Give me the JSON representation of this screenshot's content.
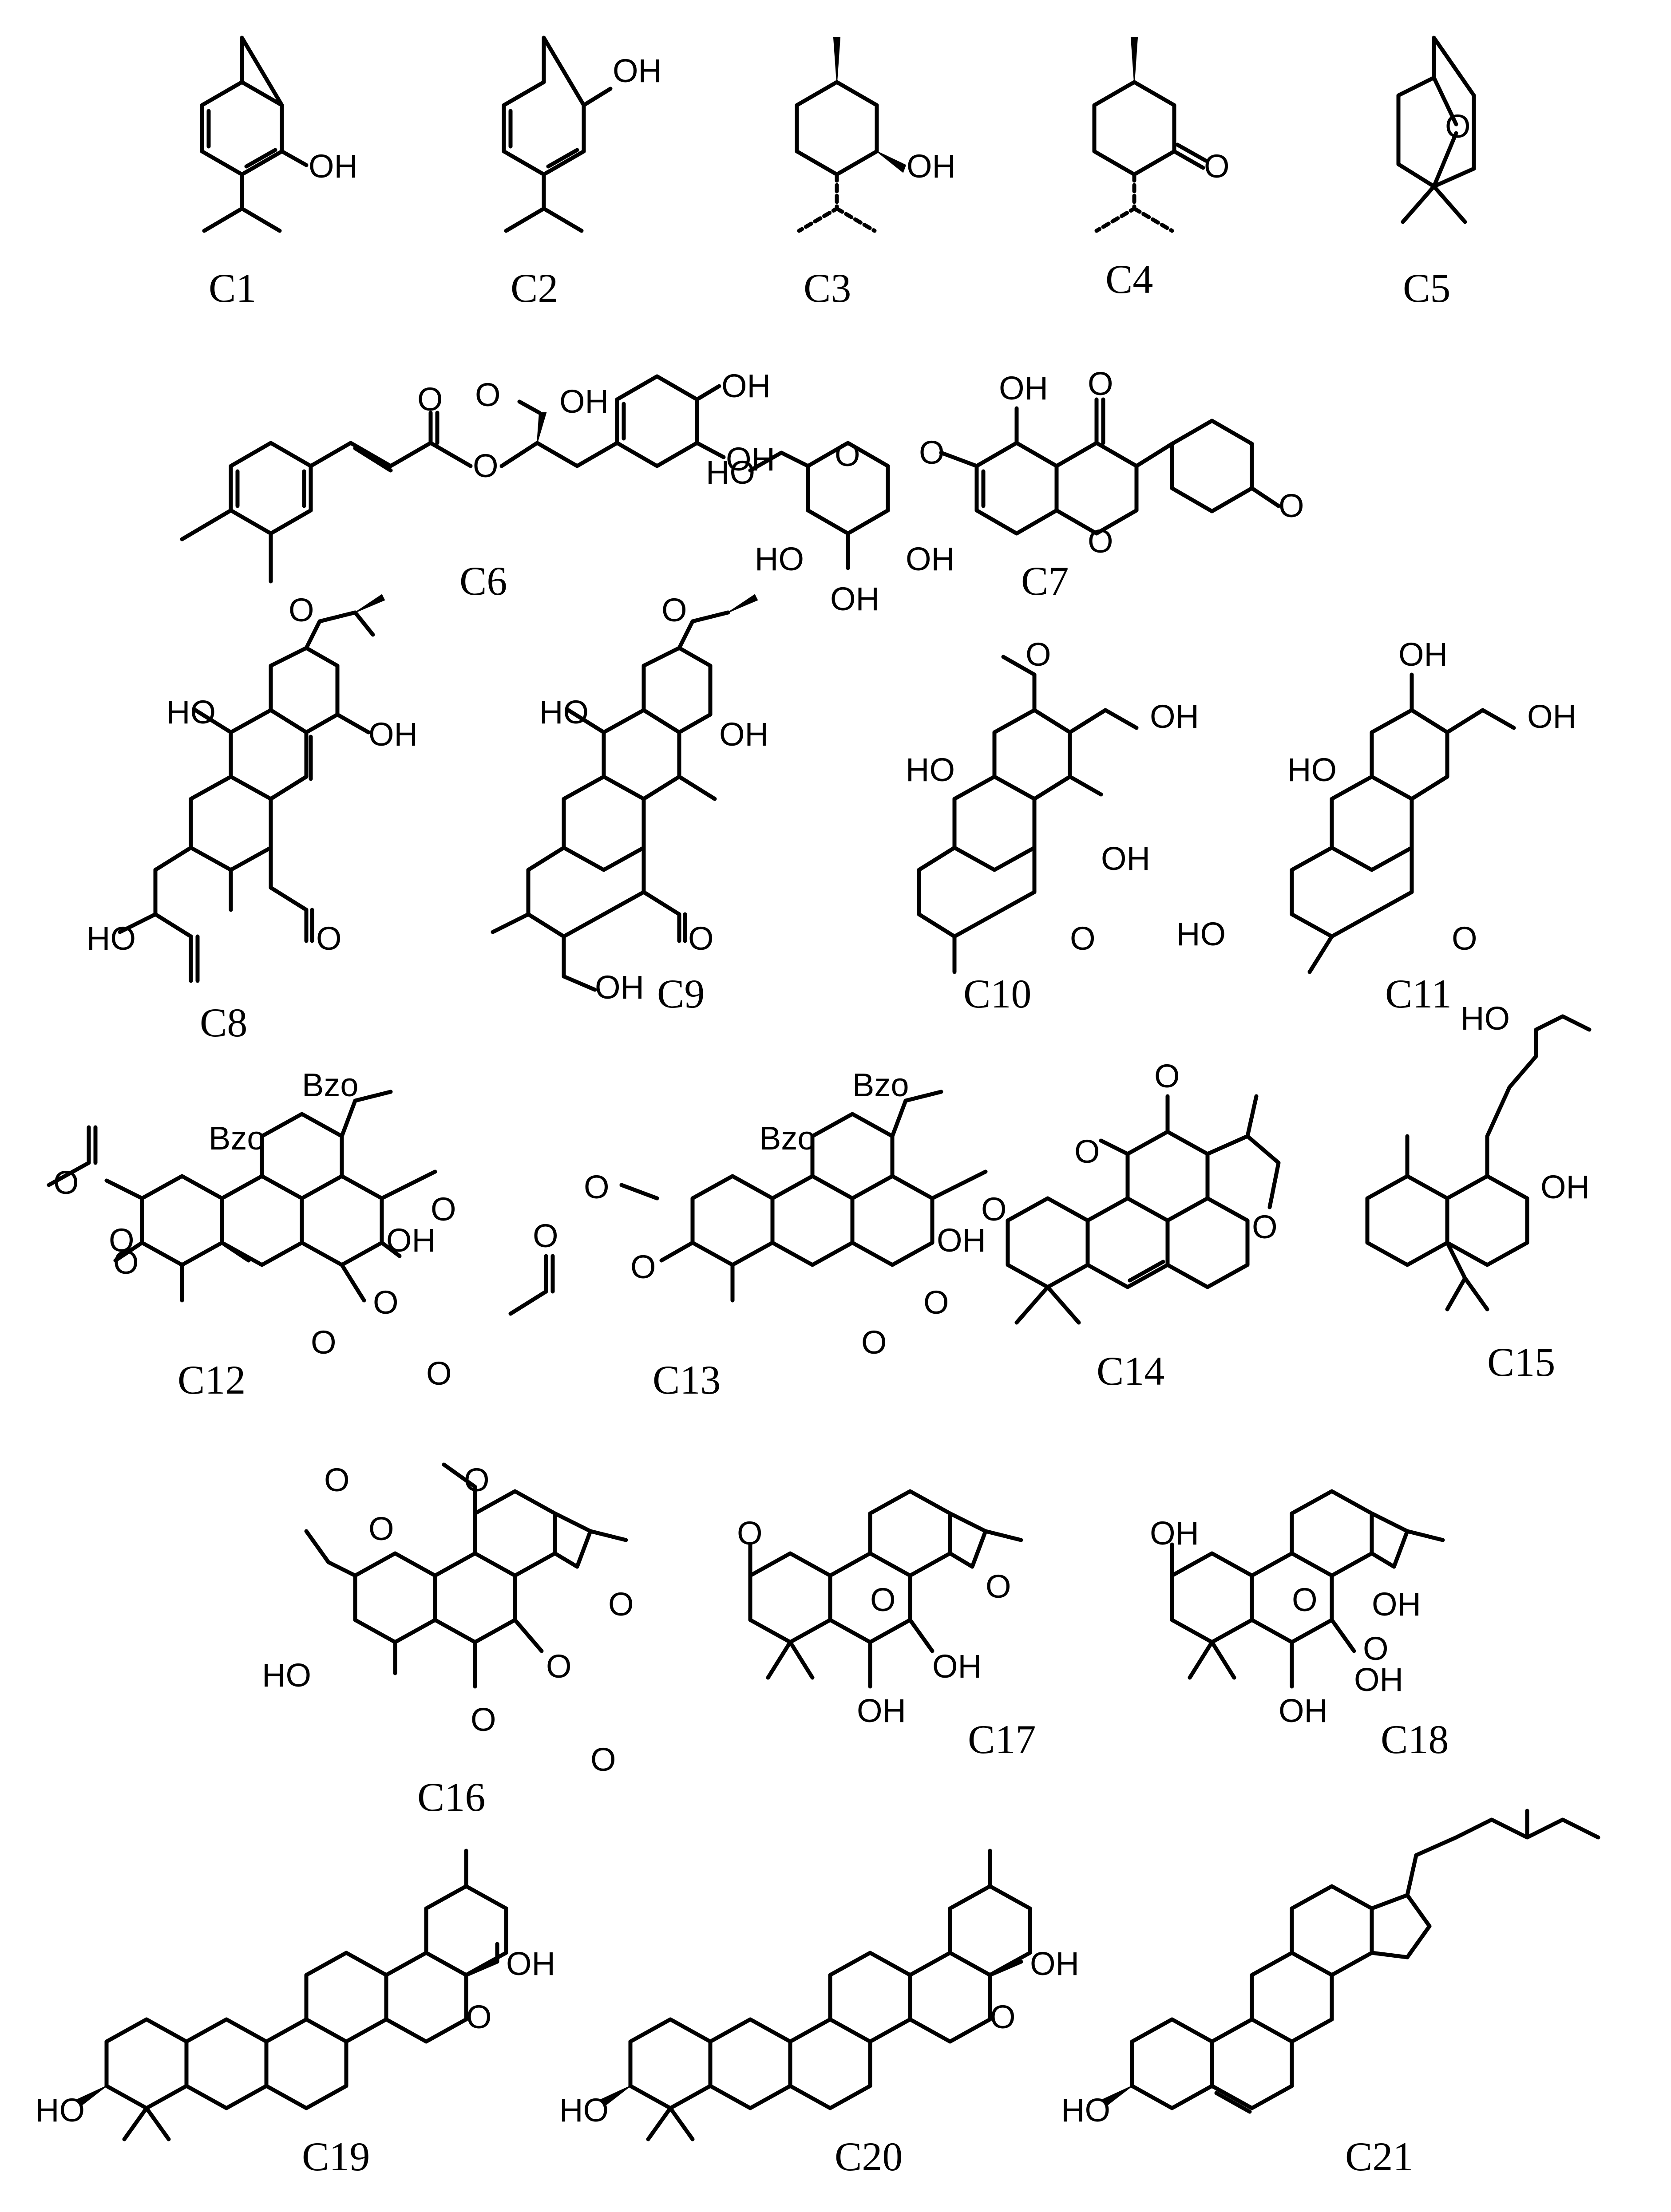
{
  "compounds": [
    {
      "id": "C1",
      "labels": [
        "OH"
      ]
    },
    {
      "id": "C2",
      "labels": [
        "OH"
      ]
    },
    {
      "id": "C3",
      "labels": [
        "OH"
      ]
    },
    {
      "id": "C4",
      "labels": [
        "O"
      ]
    },
    {
      "id": "C5",
      "labels": [
        "O"
      ]
    },
    {
      "id": "C6",
      "labels": [
        "O",
        "OH",
        "O",
        "O",
        "OH",
        "OH"
      ]
    },
    {
      "id": "C7",
      "labels": [
        "OH",
        "O",
        "HO",
        "O",
        "O",
        "O",
        "HO",
        "OH",
        "OH",
        "O"
      ]
    },
    {
      "id": "C8",
      "labels": [
        "O",
        "HO",
        "OH",
        "HO",
        "O"
      ]
    },
    {
      "id": "C9",
      "labels": [
        "O",
        "HO",
        "OH",
        "O",
        "OH"
      ]
    },
    {
      "id": "C10",
      "labels": [
        "O",
        "OH",
        "HO",
        "OH",
        "O"
      ]
    },
    {
      "id": "C11",
      "labels": [
        "OH",
        "OH",
        "HO",
        "HO",
        "O"
      ]
    },
    {
      "id": "C12",
      "labels": [
        "Bzo",
        "Bzo",
        "O",
        "O",
        "O",
        "O",
        "OH",
        "O",
        "O"
      ]
    },
    {
      "id": "C13",
      "labels": [
        "Bzo",
        "Bzo",
        "O",
        "O",
        "O",
        "O",
        "OH",
        "O",
        "O"
      ]
    },
    {
      "id": "C14",
      "labels": [
        "O",
        "O",
        "O"
      ]
    },
    {
      "id": "C15",
      "labels": [
        "HO",
        "OH"
      ]
    },
    {
      "id": "C16",
      "labels": [
        "O",
        "O",
        "O",
        "O",
        "HO",
        "O",
        "O",
        "O",
        "O"
      ]
    },
    {
      "id": "C17",
      "labels": [
        "O",
        "O",
        "O",
        "OH",
        "OH"
      ]
    },
    {
      "id": "C18",
      "labels": [
        "OH",
        "O",
        "OH",
        "O",
        "OH",
        "OH"
      ]
    },
    {
      "id": "C19",
      "labels": [
        "OH",
        "O",
        "HO"
      ]
    },
    {
      "id": "C20",
      "labels": [
        "OH",
        "O",
        "HO"
      ]
    },
    {
      "id": "C21",
      "labels": [
        "HO"
      ]
    }
  ]
}
